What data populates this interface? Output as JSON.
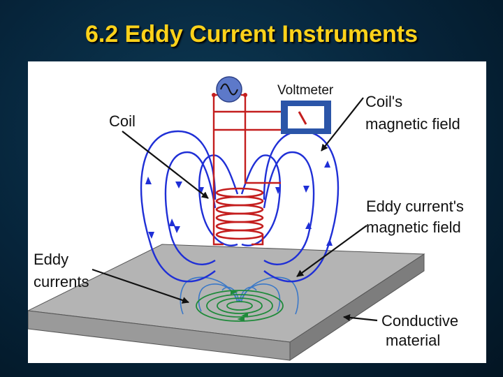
{
  "slide": {
    "title": "6.2 Eddy Current Instruments"
  },
  "labels": {
    "voltmeter": "Voltmeter",
    "coil": "Coil",
    "coil_field_line1": "Coil's",
    "coil_field_line2": "magnetic field",
    "eddy_field_line1": "Eddy current's",
    "eddy_field_line2": "magnetic field",
    "eddy_currents_line1": "Eddy",
    "eddy_currents_line2": "currents",
    "material_line1": "Conductive",
    "material_line2": "material"
  },
  "colors": {
    "background": "#06243a",
    "title": "#ffd21a",
    "coil_field": "#1f2fd6",
    "coil": "#c41e1e",
    "eddy_field": "#3a78c8",
    "eddy_currents": "#1e8a3a",
    "material_top": "#b4b4b4",
    "material_side": "#8c8c8c",
    "meter_frame": "#2b55a8"
  },
  "icons": {
    "ac_source": "sine-wave-icon",
    "meter": "voltmeter-icon"
  }
}
